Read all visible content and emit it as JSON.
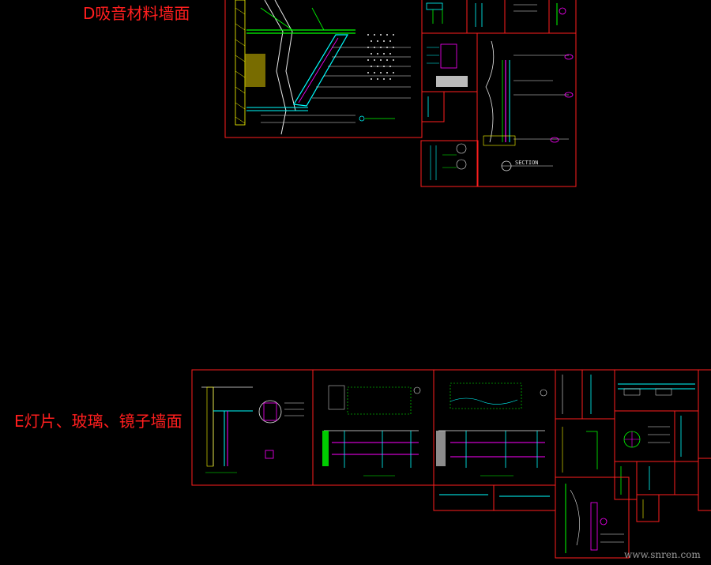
{
  "drawing": {
    "section_d_label": "D吸音材料墙面",
    "section_e_label": "E灯片、玻璃、镜子墙面",
    "section_callout": "SECTION",
    "watermark": "www.snren.com"
  },
  "colors": {
    "background": "#000000",
    "frame": "#ff1e1e",
    "label": "#ff1e1e",
    "line_white": "#e8e8e8",
    "line_yellow": "#ffff00",
    "line_cyan": "#00ffff",
    "line_magenta": "#ff00ff",
    "line_green": "#00ff00",
    "hatch_green": "#7fff55"
  }
}
